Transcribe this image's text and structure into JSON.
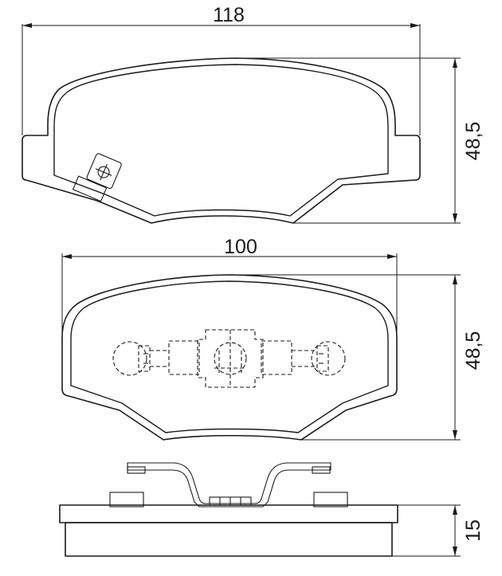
{
  "drawing": {
    "top_view": {
      "width_label": "118",
      "height_label": "48,5"
    },
    "middle_view": {
      "width_label": "100",
      "height_label": "48,5"
    },
    "side_view": {
      "thickness_label": "15"
    },
    "colors": {
      "line": "#1a1a1a",
      "background": "#ffffff"
    }
  }
}
